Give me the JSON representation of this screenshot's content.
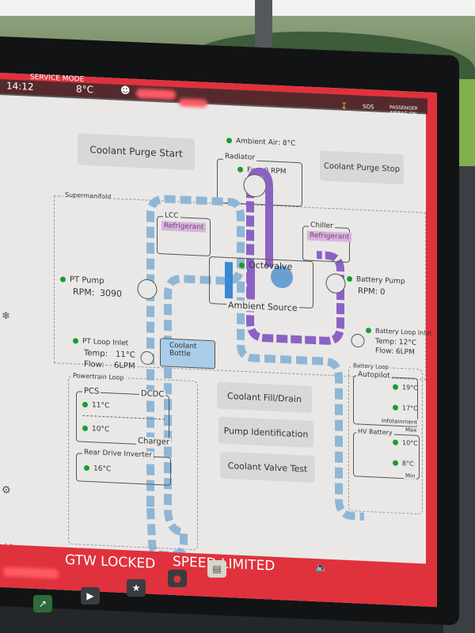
{
  "status_bar": {
    "mode": "SERVICE MODE",
    "time": "14:12",
    "temperature": "8°C",
    "sos": "SOS",
    "airbag": "PASSENGER AIRBAG ON"
  },
  "top_buttons": {
    "purge_start": "Coolant Purge Start",
    "purge_stop": "Coolant Purge Stop"
  },
  "ambient_air": "Ambient Air: 8°C",
  "radiator": {
    "title": "Radiator",
    "fan": "Fan: 0 RPM"
  },
  "supermanifold": "Supermanifold",
  "lcc": {
    "title": "LCC",
    "badge": "Refrigerant"
  },
  "chiller": {
    "title": "Chiller",
    "badge": "Refrigerant"
  },
  "octovalve": "Octovalve",
  "ambient_source": "Ambient Source",
  "pt_pump": {
    "title": "PT Pump",
    "rpm_label": "RPM:",
    "rpm_value": "3090"
  },
  "battery_pump": {
    "title": "Battery Pump",
    "rpm": "RPM: 0"
  },
  "pt_loop_inlet": {
    "title": "PT Loop Inlet",
    "temp_label": "Temp:",
    "temp_value": "11°C",
    "flow_label": "Flow:",
    "flow_value": "6LPM"
  },
  "coolant_bottle": "Coolant Bottle",
  "battery_loop_inlet": {
    "title": "Battery Loop Inlet",
    "temp": "Temp: 12°C",
    "flow": "Flow: 6LPM"
  },
  "powertrain_loop": {
    "title": "Powertrain Loop",
    "pcs": "PCS",
    "dcdc": "DCDC",
    "pcs_temp": "11°C",
    "charger_temp": "10°C",
    "charger": "Charger",
    "rdi": "Rear Drive Inverter",
    "rdi_temp": "16°C"
  },
  "battery_loop": {
    "title": "Battery Loop",
    "autopilot": "Autopilot",
    "ap_temp1": "19°C",
    "ap_temp2": "17°C",
    "infotainment": "Infotainment",
    "hv_battery": "HV Battery",
    "max": "Max",
    "max_temp": "10°C",
    "min_temp": "8°C",
    "min": "Min"
  },
  "center_buttons": {
    "fill_drain": "Coolant Fill/Drain",
    "pump_id": "Pump Identification",
    "valve_test": "Coolant Valve Test"
  },
  "bottom_bar": {
    "gtw": "GTW LOCKED",
    "speed": "SPEED LIMITED"
  },
  "colors": {
    "accent_red": "#e0323d",
    "loop_blue": "#8fb6d6",
    "loop_purple": "#8b62c4",
    "status_green": "#1a9c2d",
    "refrigerant": "#d7b5d9"
  }
}
